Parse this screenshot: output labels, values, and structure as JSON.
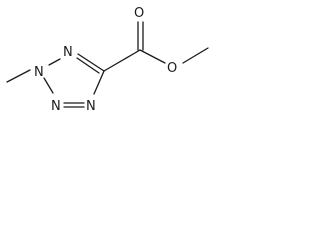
{
  "molecule": {
    "atoms": {
      "n1": "N",
      "n2": "N",
      "n3": "N",
      "n4": "N",
      "o_carbonyl": "O",
      "o_ester": "O"
    }
  }
}
